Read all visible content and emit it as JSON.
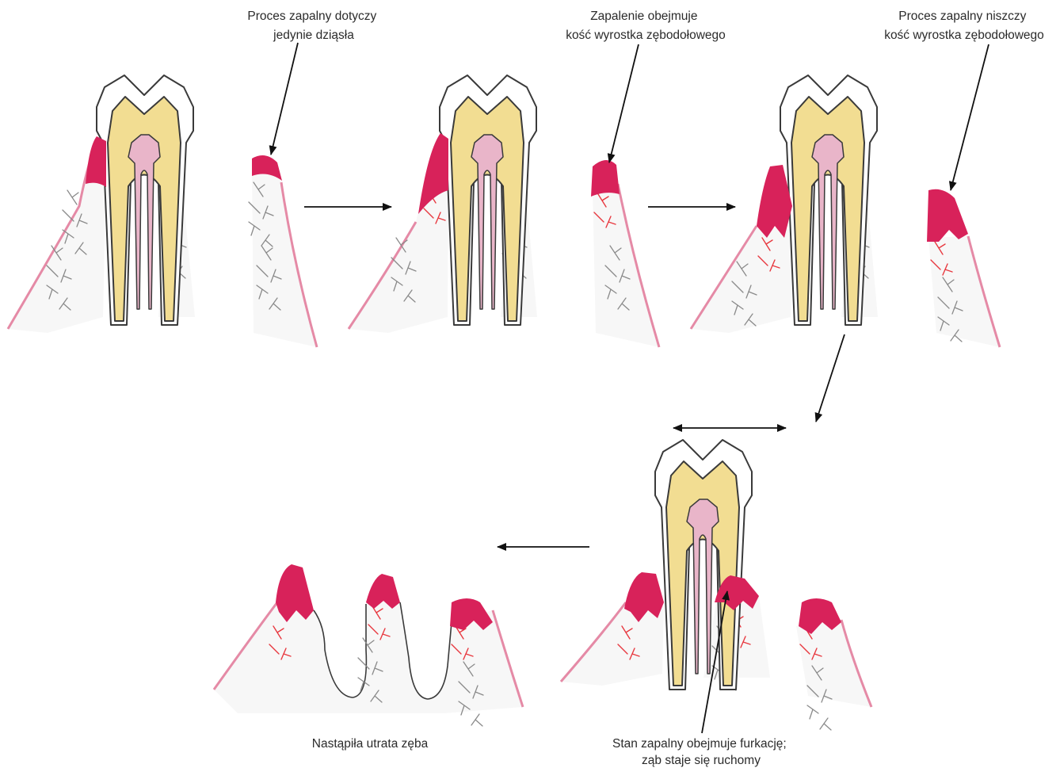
{
  "diagram": {
    "captions": {
      "stage1": [
        "Proces zapalny dotyczy",
        "jedynie dziąsła"
      ],
      "stage2": [
        "Zapalenie obejmuje",
        "kość wyrostka zębodołowego"
      ],
      "stage3": [
        "Proces zapalny niszczy",
        "kość wyrostka zębodołowego"
      ],
      "stage4": [
        "Stan zapalny obejmuje furkację;",
        "ząb staje się ruchomy"
      ],
      "stage5": [
        "Nastąpiła utrata zęba"
      ]
    },
    "stages": [
      {
        "id": "stage1",
        "gingiva_inflamed": true,
        "bone_inflamed": false,
        "bone_destroyed": false,
        "furcation": false,
        "tooth_present": true,
        "tooth_mobile": false
      },
      {
        "id": "stage2",
        "gingiva_inflamed": true,
        "bone_inflamed": true,
        "bone_destroyed": false,
        "furcation": false,
        "tooth_present": true,
        "tooth_mobile": false
      },
      {
        "id": "stage3",
        "gingiva_inflamed": true,
        "bone_inflamed": true,
        "bone_destroyed": true,
        "furcation": false,
        "tooth_present": true,
        "tooth_mobile": false
      },
      {
        "id": "stage4",
        "gingiva_inflamed": true,
        "bone_inflamed": true,
        "bone_destroyed": true,
        "furcation": true,
        "tooth_present": true,
        "tooth_mobile": true
      },
      {
        "id": "stage5",
        "gingiva_inflamed": true,
        "bone_inflamed": true,
        "bone_destroyed": true,
        "furcation": true,
        "tooth_present": false,
        "tooth_mobile": false
      }
    ],
    "colors": {
      "enamel": "#ffffff",
      "dentin": "#f2dd92",
      "pulp": "#e9b5c9",
      "outline": "#3a3a3a",
      "gingiva_inflamed": "#d8225a",
      "gingiva_line": "#e58aa6",
      "bone_fill": "#f7f7f7",
      "trabecula_healthy": "#8a8a8a",
      "trabecula_inflamed": "#e8383f",
      "arrow": "#111111",
      "caption": "#2b2b2b"
    }
  }
}
